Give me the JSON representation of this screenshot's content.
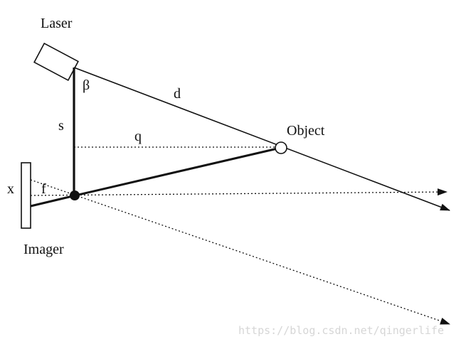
{
  "labels": {
    "laser": "Laser",
    "beta": "β",
    "d": "d",
    "s": "s",
    "q": "q",
    "object": "Object",
    "x": "x",
    "f": "f",
    "imager": "Imager"
  },
  "watermark": "https://blog.csdn.net/qingerlife",
  "colors": {
    "stroke": "#111111",
    "background": "#ffffff",
    "watermark": "#d6d6d6"
  }
}
